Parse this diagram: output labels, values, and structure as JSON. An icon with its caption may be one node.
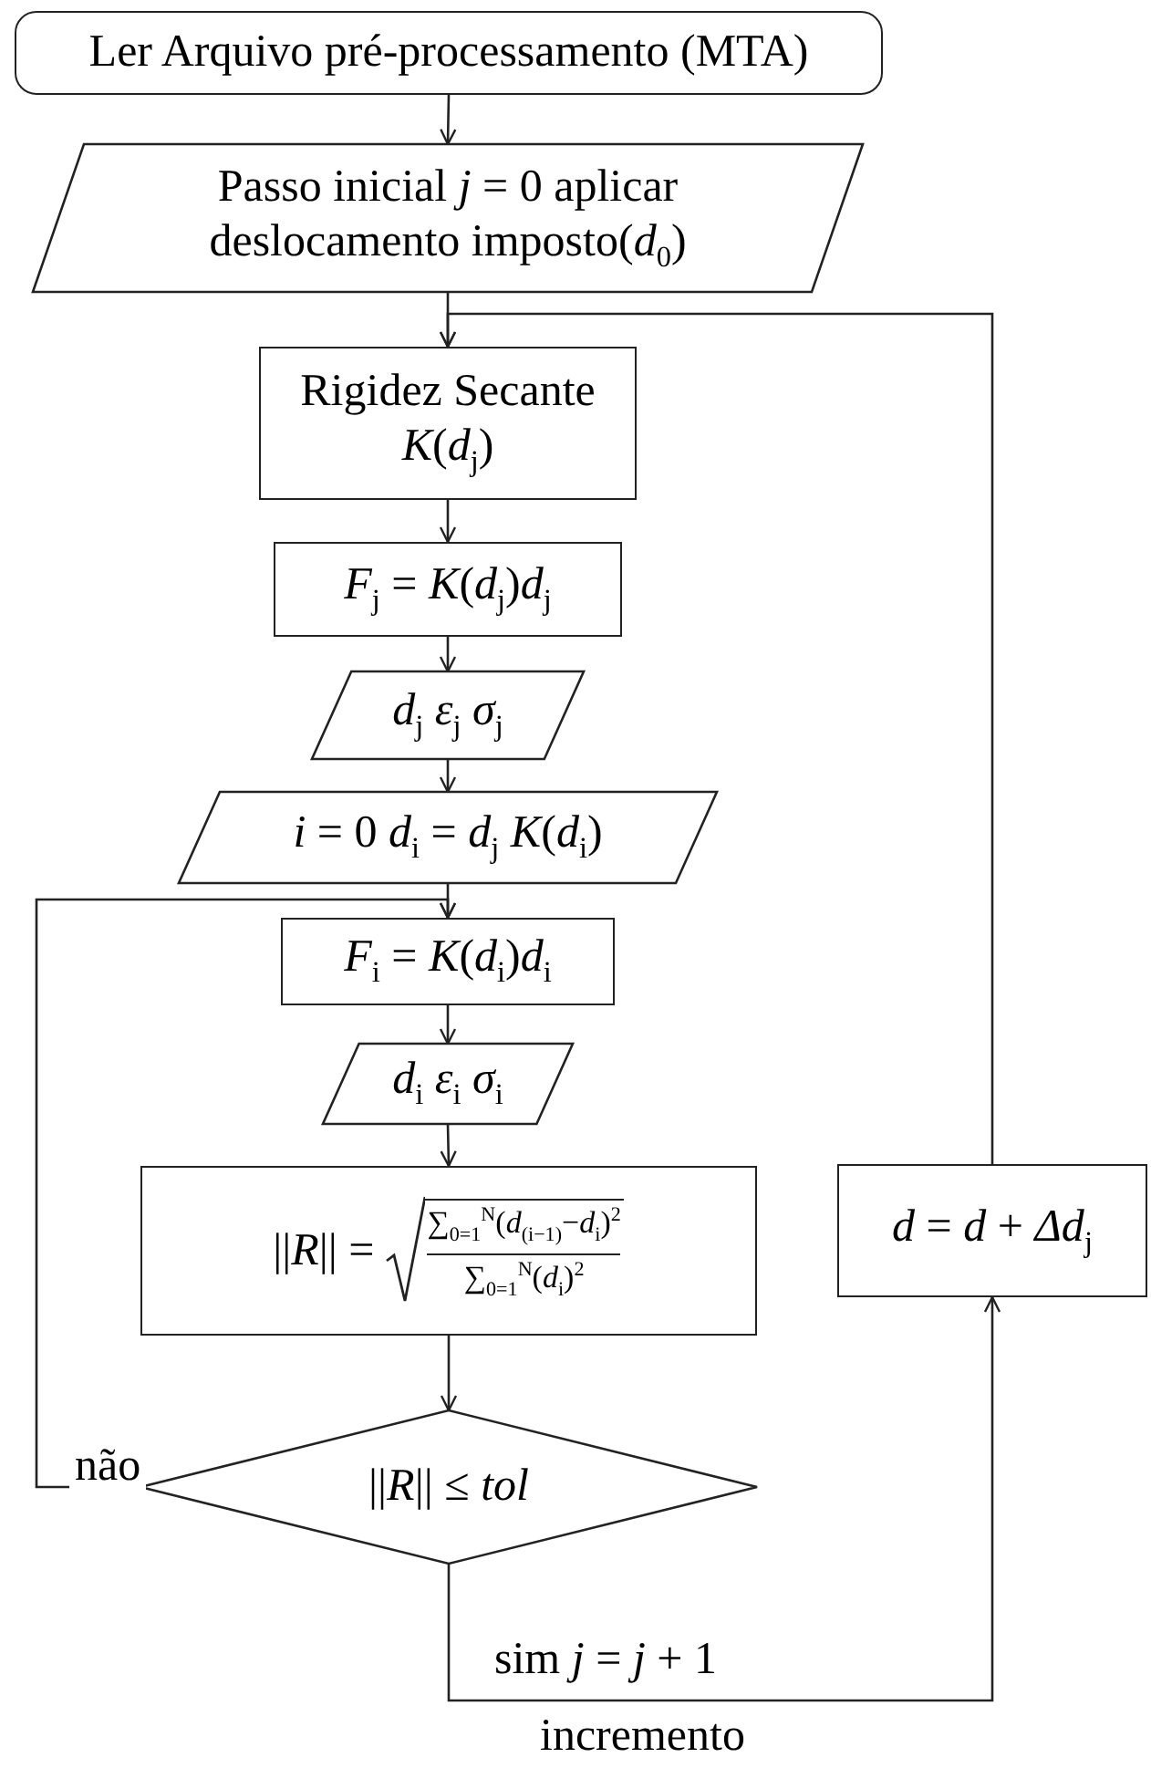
{
  "diagram": {
    "nodes": [
      {
        "text": [
          "Ler Arquivo pré-processamento (MTA)"
        ]
      },
      {
        "text": [
          "Passo inicial *j* = 0 aplicar deslocamento imposto(*d*$_{0}$)"
        ]
      },
      {
        "text": [
          "Rigidez Secante",
          "*K*(*d*$_{j}$)"
        ]
      },
      {
        "text": [
          "*F*$_{j}$ = *K*(*d*$_{j}$)*d*$_{j}$"
        ]
      },
      {
        "text": [
          "*d*$_{j}$ *ε*$_{j}$ *σ*$_{j}$"
        ]
      },
      {
        "text": [
          "*i* = 0 *d*$_{i}$ = *d*$_{j}$ *K*(*d*$_{i}$)"
        ]
      },
      {
        "text": [
          "*F*$_{i}$ = *K*(*d*$_{i}$)*d*$_{i}$"
        ]
      },
      {
        "text": [
          "*d*$_{i}$ *ε*$_{i}$ *σ*$_{i}$"
        ]
      },
      {
        "text": [
          "||*R*|| =",
          "∑$_{0=1}$$^{N}$(*d*$_{(i−1)}$−*d*$_{i}$)$^{2}$",
          "∑$_{0=1}$$^{N}$(*d*$_{i}$)$^{2}$"
        ]
      },
      {
        "text": [
          "||*R*|| ≤ *tol*"
        ]
      },
      {
        "text": [
          "*d* = *d* + *Δd*$_{j}$"
        ]
      }
    ],
    "edges": [
      {
        "from": 0,
        "to": 1,
        "arrow": "to"
      },
      {
        "from": 1,
        "to": 2,
        "arrow": "to"
      },
      {
        "from": 2,
        "to": 3,
        "arrow": "to"
      },
      {
        "from": 3,
        "to": 4,
        "arrow": "to"
      },
      {
        "from": 4,
        "to": 5,
        "arrow": "to"
      },
      {
        "from": 5,
        "to": 6,
        "arrow": "to"
      },
      {
        "from": 6,
        "to": 7,
        "arrow": "to"
      },
      {
        "from": 7,
        "to": 8,
        "arrow": "to"
      },
      {
        "from": 8,
        "to": 9,
        "arrow": "to"
      },
      {
        "from": 9,
        "to": 6,
        "arrow": "to",
        "label": "não"
      },
      {
        "from": 9,
        "to": 10,
        "arrow": "to",
        "label": "sim *j* = *j* + 1"
      },
      {
        "from": 10,
        "to": 2,
        "arrow": "to"
      }
    ],
    "labels": [
      "incremento"
    ]
  }
}
